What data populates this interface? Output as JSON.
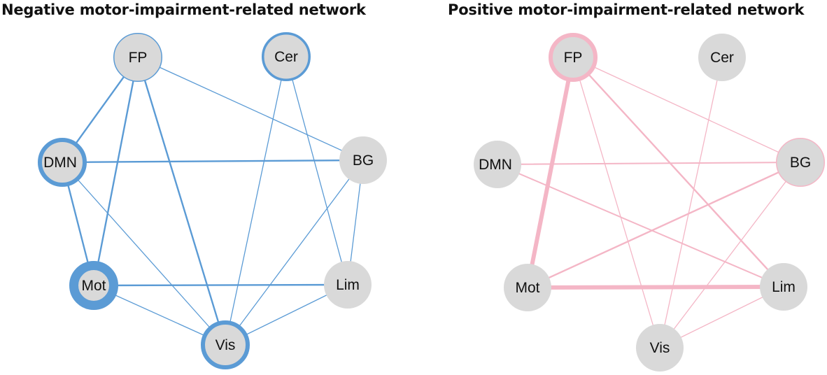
{
  "panels": [
    {
      "id": "negative",
      "title": "Negative motor-impairment-related network",
      "edge_color": "#5b9bd5",
      "node_fill": "#d9d9d9",
      "nodes": [
        {
          "id": "FP",
          "label": "FP",
          "ring": "thin"
        },
        {
          "id": "Cer",
          "label": "Cer",
          "ring": "medium"
        },
        {
          "id": "DMN",
          "label": "DMN",
          "ring": "thick"
        },
        {
          "id": "BG",
          "label": "BG",
          "ring": "none"
        },
        {
          "id": "Mot",
          "label": "Mot",
          "ring": "heavy"
        },
        {
          "id": "Lim",
          "label": "Lim",
          "ring": "none"
        },
        {
          "id": "Vis",
          "label": "Vis",
          "ring": "thick"
        }
      ],
      "edges": [
        {
          "from": "FP",
          "to": "DMN",
          "weight": "strong"
        },
        {
          "from": "FP",
          "to": "Mot",
          "weight": "strong"
        },
        {
          "from": "FP",
          "to": "Vis",
          "weight": "strong"
        },
        {
          "from": "FP",
          "to": "BG",
          "weight": "weak"
        },
        {
          "from": "DMN",
          "to": "BG",
          "weight": "strong"
        },
        {
          "from": "DMN",
          "to": "Mot",
          "weight": "strong"
        },
        {
          "from": "DMN",
          "to": "Vis",
          "weight": "weak"
        },
        {
          "from": "Cer",
          "to": "Vis",
          "weight": "weak"
        },
        {
          "from": "Cer",
          "to": "Lim",
          "weight": "weak"
        },
        {
          "from": "Mot",
          "to": "Lim",
          "weight": "strong"
        },
        {
          "from": "Mot",
          "to": "Vis",
          "weight": "weak"
        },
        {
          "from": "BG",
          "to": "Vis",
          "weight": "weak"
        },
        {
          "from": "BG",
          "to": "Lim",
          "weight": "weak"
        },
        {
          "from": "Lim",
          "to": "Vis",
          "weight": "weak"
        }
      ]
    },
    {
      "id": "positive",
      "title": "Positive motor-impairment-related network",
      "edge_color": "#f4b6c6",
      "node_fill": "#d9d9d9",
      "nodes": [
        {
          "id": "FP",
          "label": "FP",
          "ring": "thick"
        },
        {
          "id": "Cer",
          "label": "Cer",
          "ring": "none"
        },
        {
          "id": "DMN",
          "label": "DMN",
          "ring": "none"
        },
        {
          "id": "BG",
          "label": "BG",
          "ring": "thin"
        },
        {
          "id": "Mot",
          "label": "Mot",
          "ring": "none"
        },
        {
          "id": "Lim",
          "label": "Lim",
          "ring": "none"
        },
        {
          "id": "Vis",
          "label": "Vis",
          "ring": "none"
        }
      ],
      "edges": [
        {
          "from": "FP",
          "to": "Mot",
          "weight": "heavy"
        },
        {
          "from": "FP",
          "to": "Lim",
          "weight": "strong"
        },
        {
          "from": "FP",
          "to": "BG",
          "weight": "weak"
        },
        {
          "from": "FP",
          "to": "Vis",
          "weight": "weak"
        },
        {
          "from": "DMN",
          "to": "BG",
          "weight": "medium"
        },
        {
          "from": "DMN",
          "to": "Lim",
          "weight": "medium"
        },
        {
          "from": "Cer",
          "to": "Vis",
          "weight": "weak"
        },
        {
          "from": "BG",
          "to": "Mot",
          "weight": "strong"
        },
        {
          "from": "BG",
          "to": "Vis",
          "weight": "weak"
        },
        {
          "from": "Mot",
          "to": "Lim",
          "weight": "heavy"
        },
        {
          "from": "Lim",
          "to": "Vis",
          "weight": "weak"
        }
      ]
    }
  ]
}
